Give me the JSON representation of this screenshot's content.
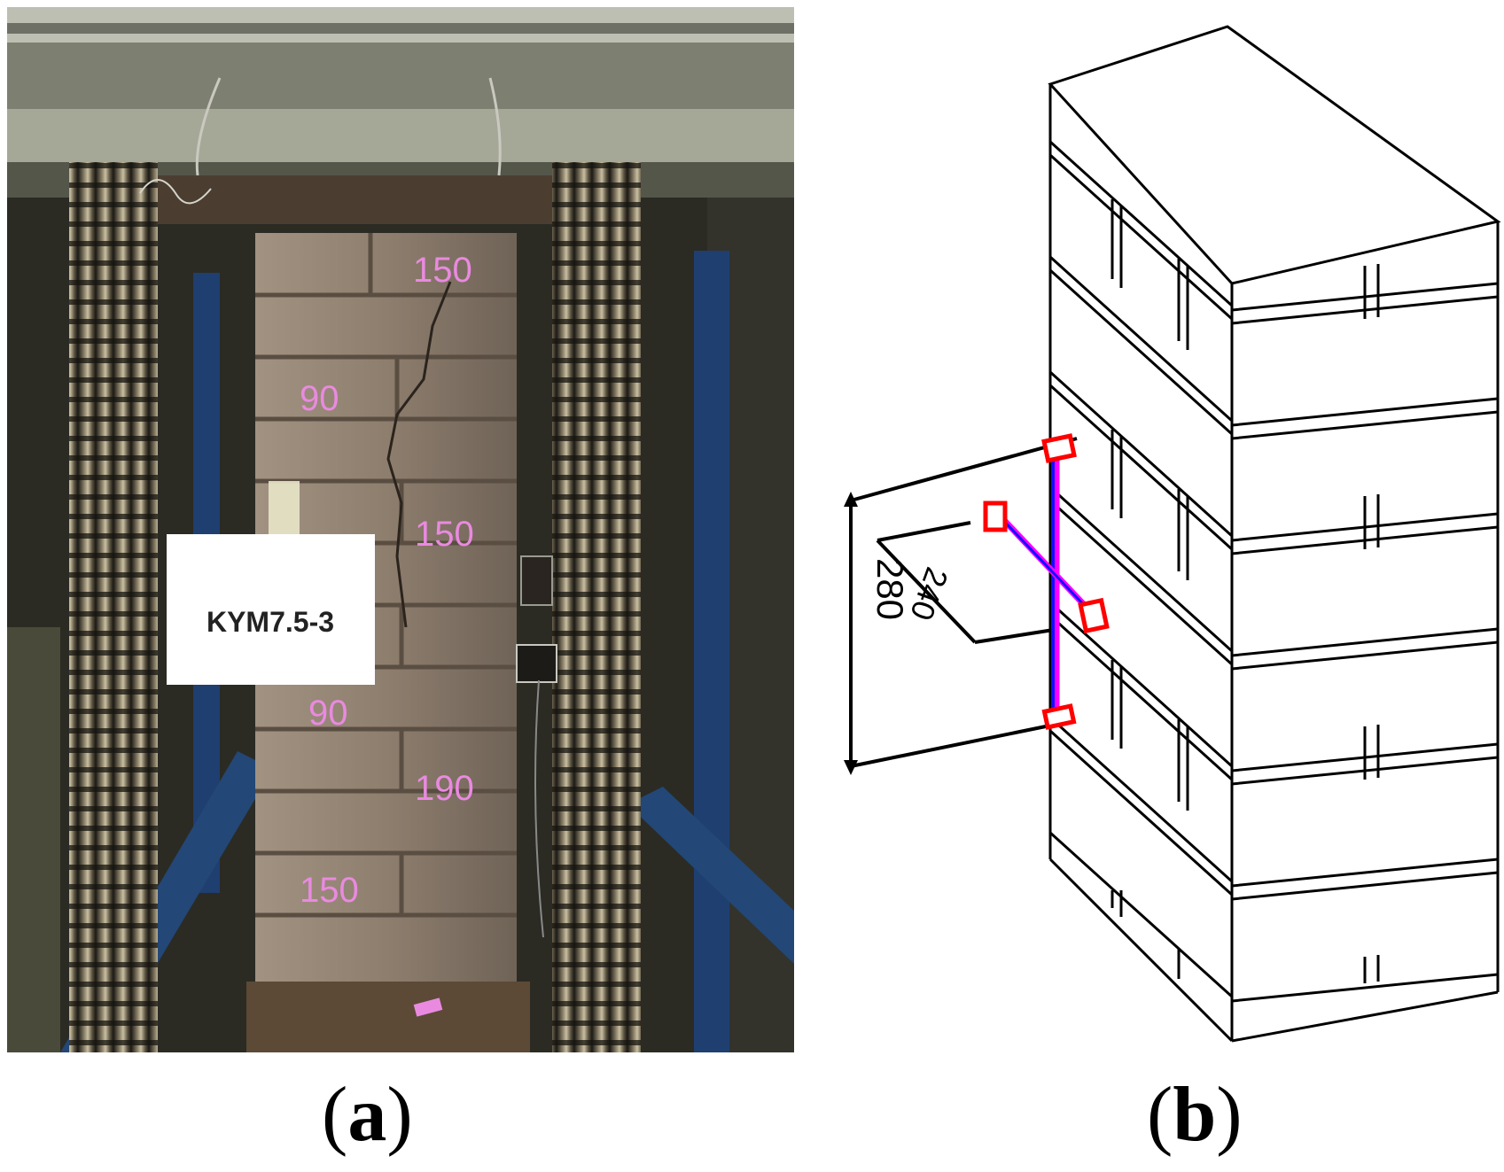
{
  "panel_a": {
    "caption_letter": "a",
    "specimen_label": "KYM7.5-3",
    "marks": [
      "150",
      "90",
      "150",
      "90",
      "190",
      "150"
    ],
    "colors": {
      "chalk": "#e98ae0",
      "brick": "#8f8070",
      "frame": "#3a3d33",
      "pipe": "#1e3f70"
    }
  },
  "panel_b": {
    "caption_letter": "b",
    "dimensions": [
      "280",
      "240"
    ],
    "colors": {
      "sensor_boxes": "#ff0000",
      "rod_blue": "#1010ff",
      "rod_magenta": "#ff00ff",
      "lines": "#000000"
    }
  }
}
